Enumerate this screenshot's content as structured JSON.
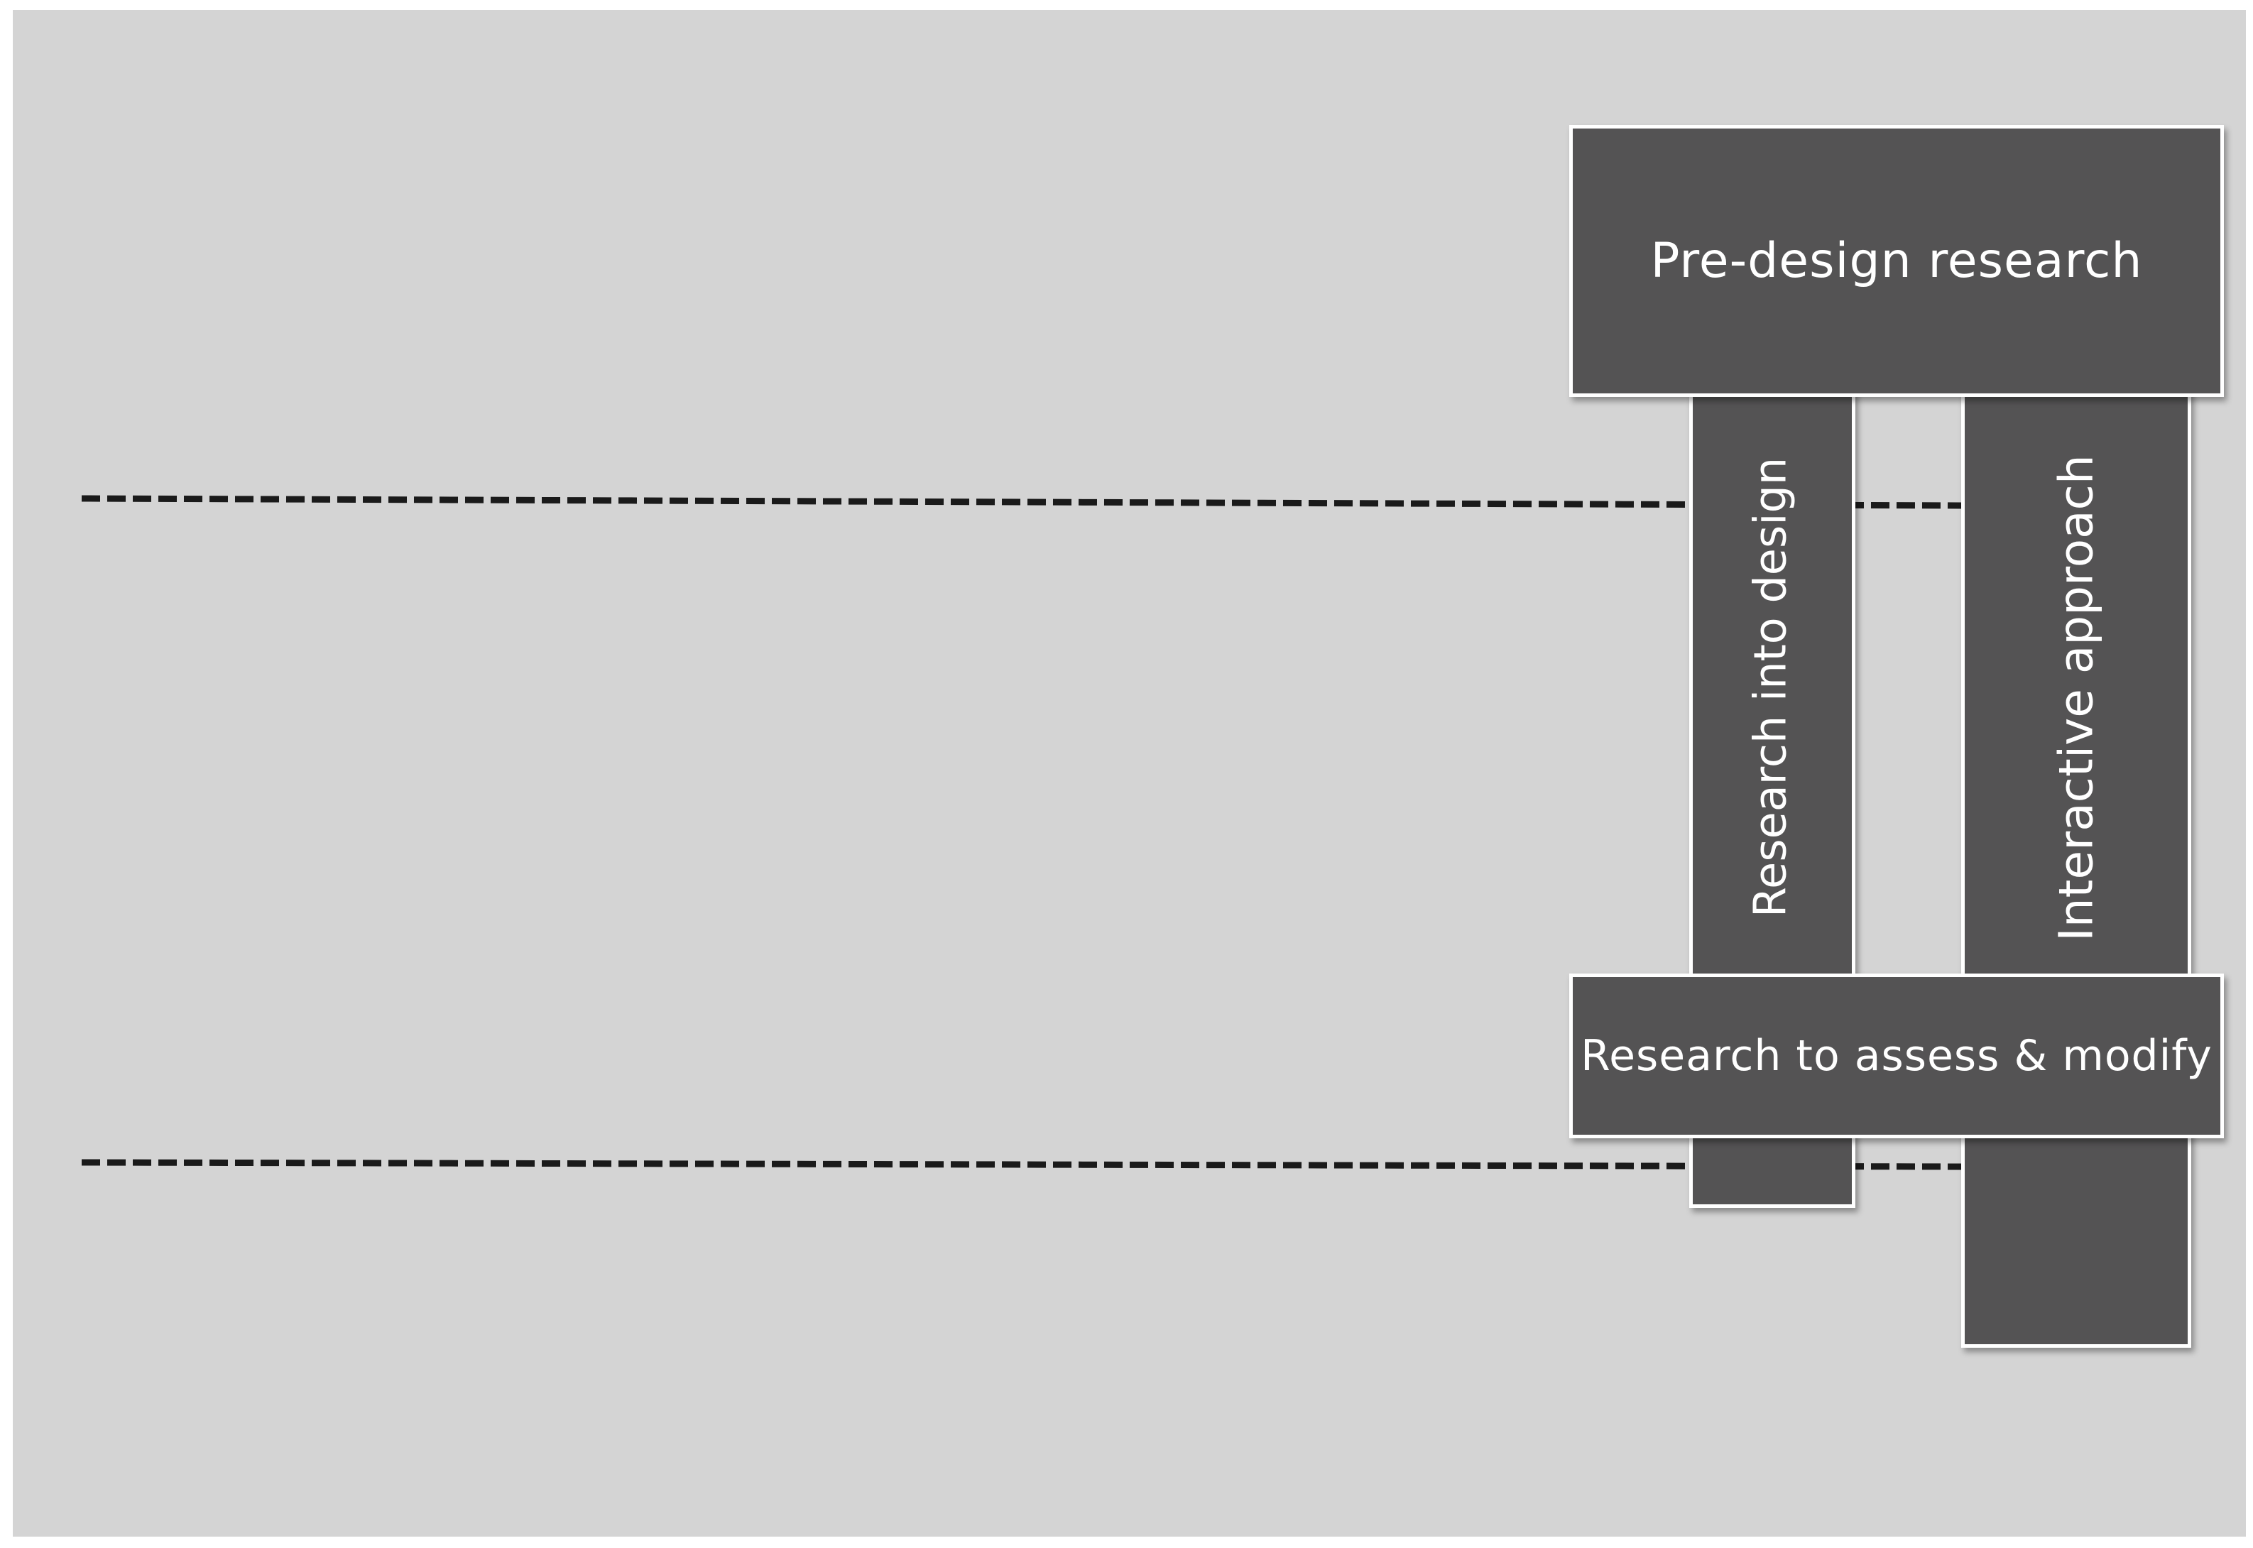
{
  "diagram": {
    "top_box": {
      "label": "Pre-design research"
    },
    "left_bar": {
      "label": "Research into design"
    },
    "right_bar": {
      "label": "Interactive approach"
    },
    "bottom_box": {
      "label": "Research to assess & modify"
    },
    "colors": {
      "panel_background": "#d4d4d4",
      "box_fill": "#545354",
      "box_border": "#ffffff",
      "dashed_line": "#1a1a1a"
    }
  }
}
